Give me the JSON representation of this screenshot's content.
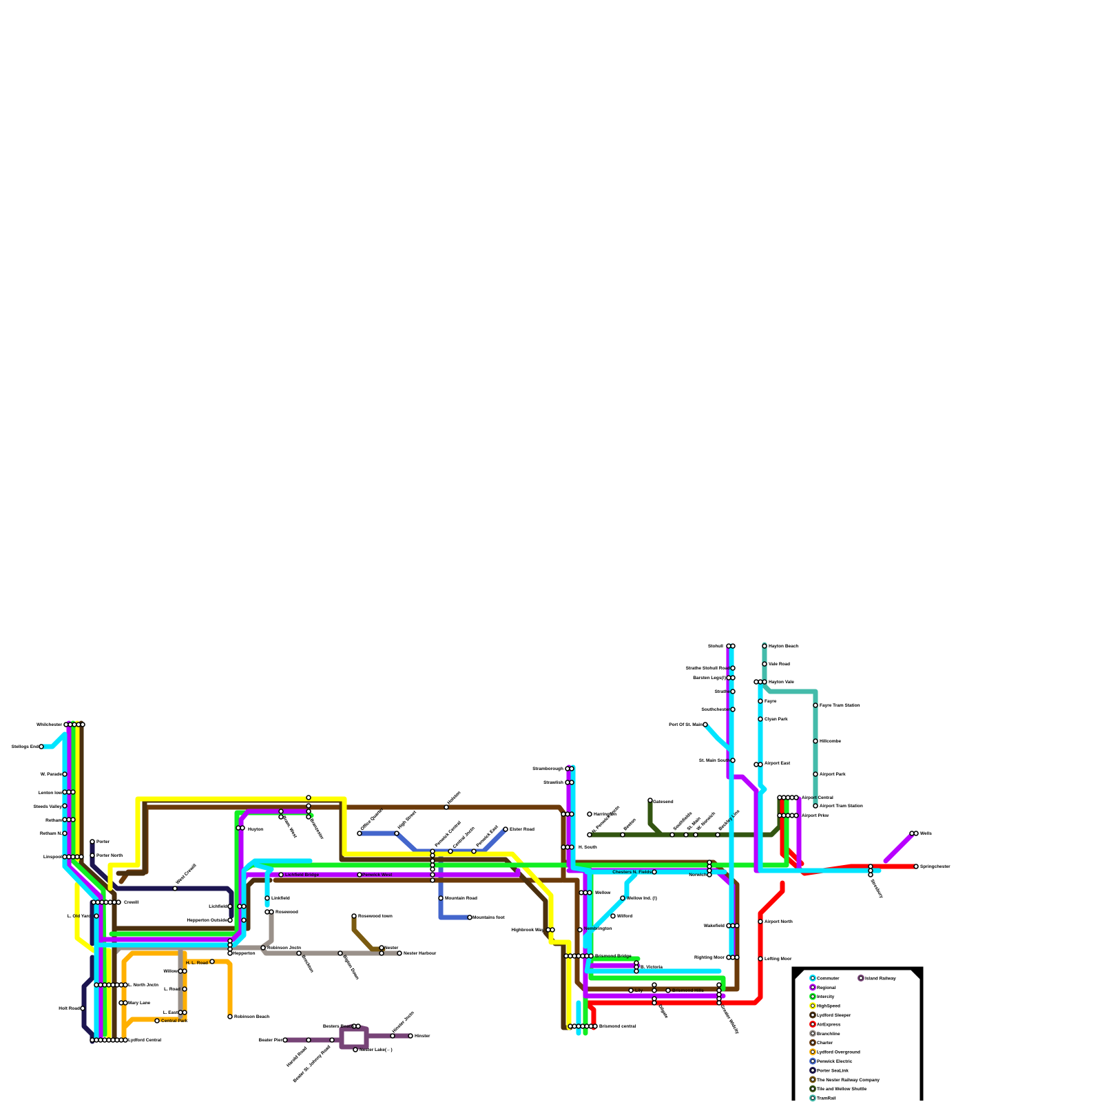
{
  "map": {
    "lines": [
      {
        "id": "commuter",
        "name": "Commuter",
        "color": "#00e5ff"
      },
      {
        "id": "regional",
        "name": "Regional",
        "color": "#b800ff"
      },
      {
        "id": "intercity",
        "name": "Intercity",
        "color": "#11ee22"
      },
      {
        "id": "highspeed",
        "name": "HighSpeed",
        "color": "#ffff00"
      },
      {
        "id": "sleeper",
        "name": "Lydford Sleeper",
        "color": "#4a2f0e"
      },
      {
        "id": "airexpress",
        "name": "AirExpress",
        "color": "#ff0000"
      },
      {
        "id": "branchline",
        "name": "Branchline",
        "color": "#9a918a"
      },
      {
        "id": "charter",
        "name": "Charter",
        "color": "#6b3a0a"
      },
      {
        "id": "overground",
        "name": "Lydford Overground",
        "color": "#ffb000"
      },
      {
        "id": "penwick",
        "name": "Penwick Electric",
        "color": "#4466cc"
      },
      {
        "id": "sealink",
        "name": "Porter SeaLink",
        "color": "#1c1550"
      },
      {
        "id": "nester",
        "name": "The Nester Railway Company",
        "color": "#7a5a10"
      },
      {
        "id": "tile",
        "name": "Tile and Wellow Shuttle",
        "color": "#335511"
      },
      {
        "id": "tram",
        "name": "TramRail",
        "color": "#44bbaa"
      },
      {
        "id": "island",
        "name": "Island Railway",
        "color": "#774477"
      }
    ],
    "stations": [
      "Whilchester",
      "Stellogs End",
      "W. Parade",
      "Lenton low",
      "Steeds Valley",
      "Retham",
      "Retham N.",
      "Linspool",
      "Porter",
      "Porter North",
      "Crewill",
      "L. Old Yard",
      "West Crewill",
      "Lichfield",
      "Hepperton Outside",
      "Hepperton",
      "Holt Road",
      "L. North Jnctn",
      "Mary Lane",
      "Lydford Central",
      "Willow",
      "L. Road",
      "L. East",
      "Central Park",
      "H. L. Road",
      "Robinson Beach",
      "Huyton",
      "Bram. West",
      "Branzester",
      "Lichfield Bridge",
      "Linkfield",
      "Rosewood",
      "Robinson Jnctn",
      "Breckton",
      "Bigton Down",
      "Rosewood town",
      "Nester",
      "Nester Harbour",
      "Office Quarter",
      "High Street",
      "Penwick West",
      "Penwick Central",
      "Central Jnctn",
      "Penwick East",
      "Elster Road",
      "Holston",
      "Mountain Road",
      "Mountains foot",
      "Besters Beach",
      "Hinster Jnctn",
      "Hinster",
      "Beater Pier",
      "Harold Road",
      "Beater St. Johnny Road",
      "Nester Lake(←)",
      "Stramborough",
      "Strawlish",
      "Harrington",
      "H. South",
      "Highbrook Way",
      "Wellow",
      "Nembrington",
      "Brismond Bridge",
      "B. Victoria",
      "Lily",
      "Brismond Hills",
      "Dilgate",
      "Brismond central",
      "Greater Widcity",
      "N. Penwick Jnctn",
      "Beeton",
      "Gatesend",
      "Southfields",
      "St. Main",
      "W. Norwich",
      "Beckley Lins",
      "Chesters N. Fields",
      "Wellow Ind. (!)",
      "Wilford",
      "Norwich",
      "Wakefield",
      "Righting Moor",
      "Stohull",
      "Strathe Stohull Road",
      "Barsten Legs(!)",
      "Strathe",
      "Southchester",
      "Port Of St. Main",
      "St. Main South",
      "Hayton Beach",
      "Vale Road",
      "Hayton Vale",
      "Fayre",
      "Clyan Park",
      "Airport East",
      "Airport Central",
      "Airport Prkw",
      "Airport North",
      "Lefting Moor",
      "Fayre Tram Station",
      "Hillcombe",
      "Airport Park",
      "Airport Tram Station",
      "Stresbury",
      "Wells",
      "Springchester"
    ]
  }
}
